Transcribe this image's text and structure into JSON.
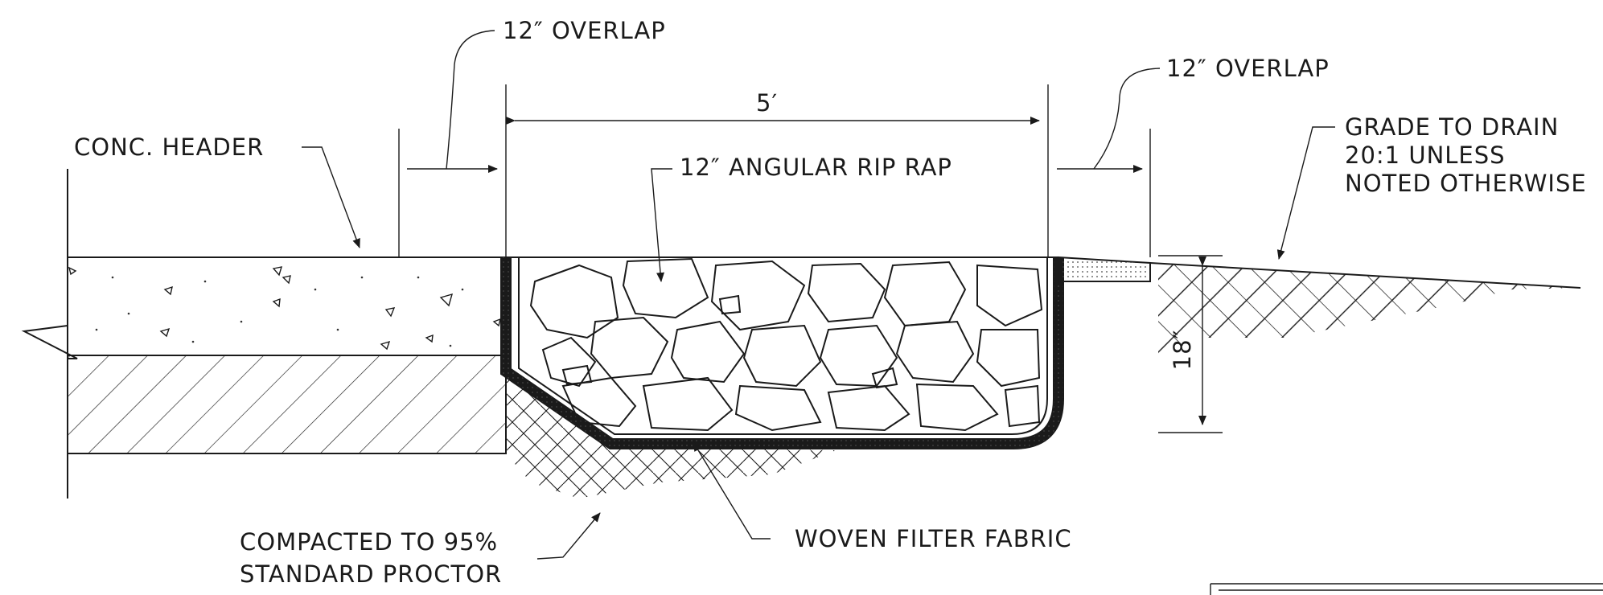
{
  "labels": {
    "overlap_left": "12″ OVERLAP",
    "overlap_right": "12″ OVERLAP",
    "width": "5′",
    "rip_rap": "12″ ANGULAR RIP RAP",
    "conc_header": "CONC. HEADER",
    "grade_line1": "GRADE TO DRAIN",
    "grade_line2": "20:1 UNLESS",
    "grade_line3": "NOTED OTHERWISE",
    "depth": "18″",
    "compacted_line1": "COMPACTED TO 95%",
    "compacted_line2": "STANDARD PROCTOR",
    "fabric": "WOVEN FILTER FABRIC"
  },
  "colors": {
    "ink": "#1a1a1a",
    "background": "#ffffff"
  }
}
